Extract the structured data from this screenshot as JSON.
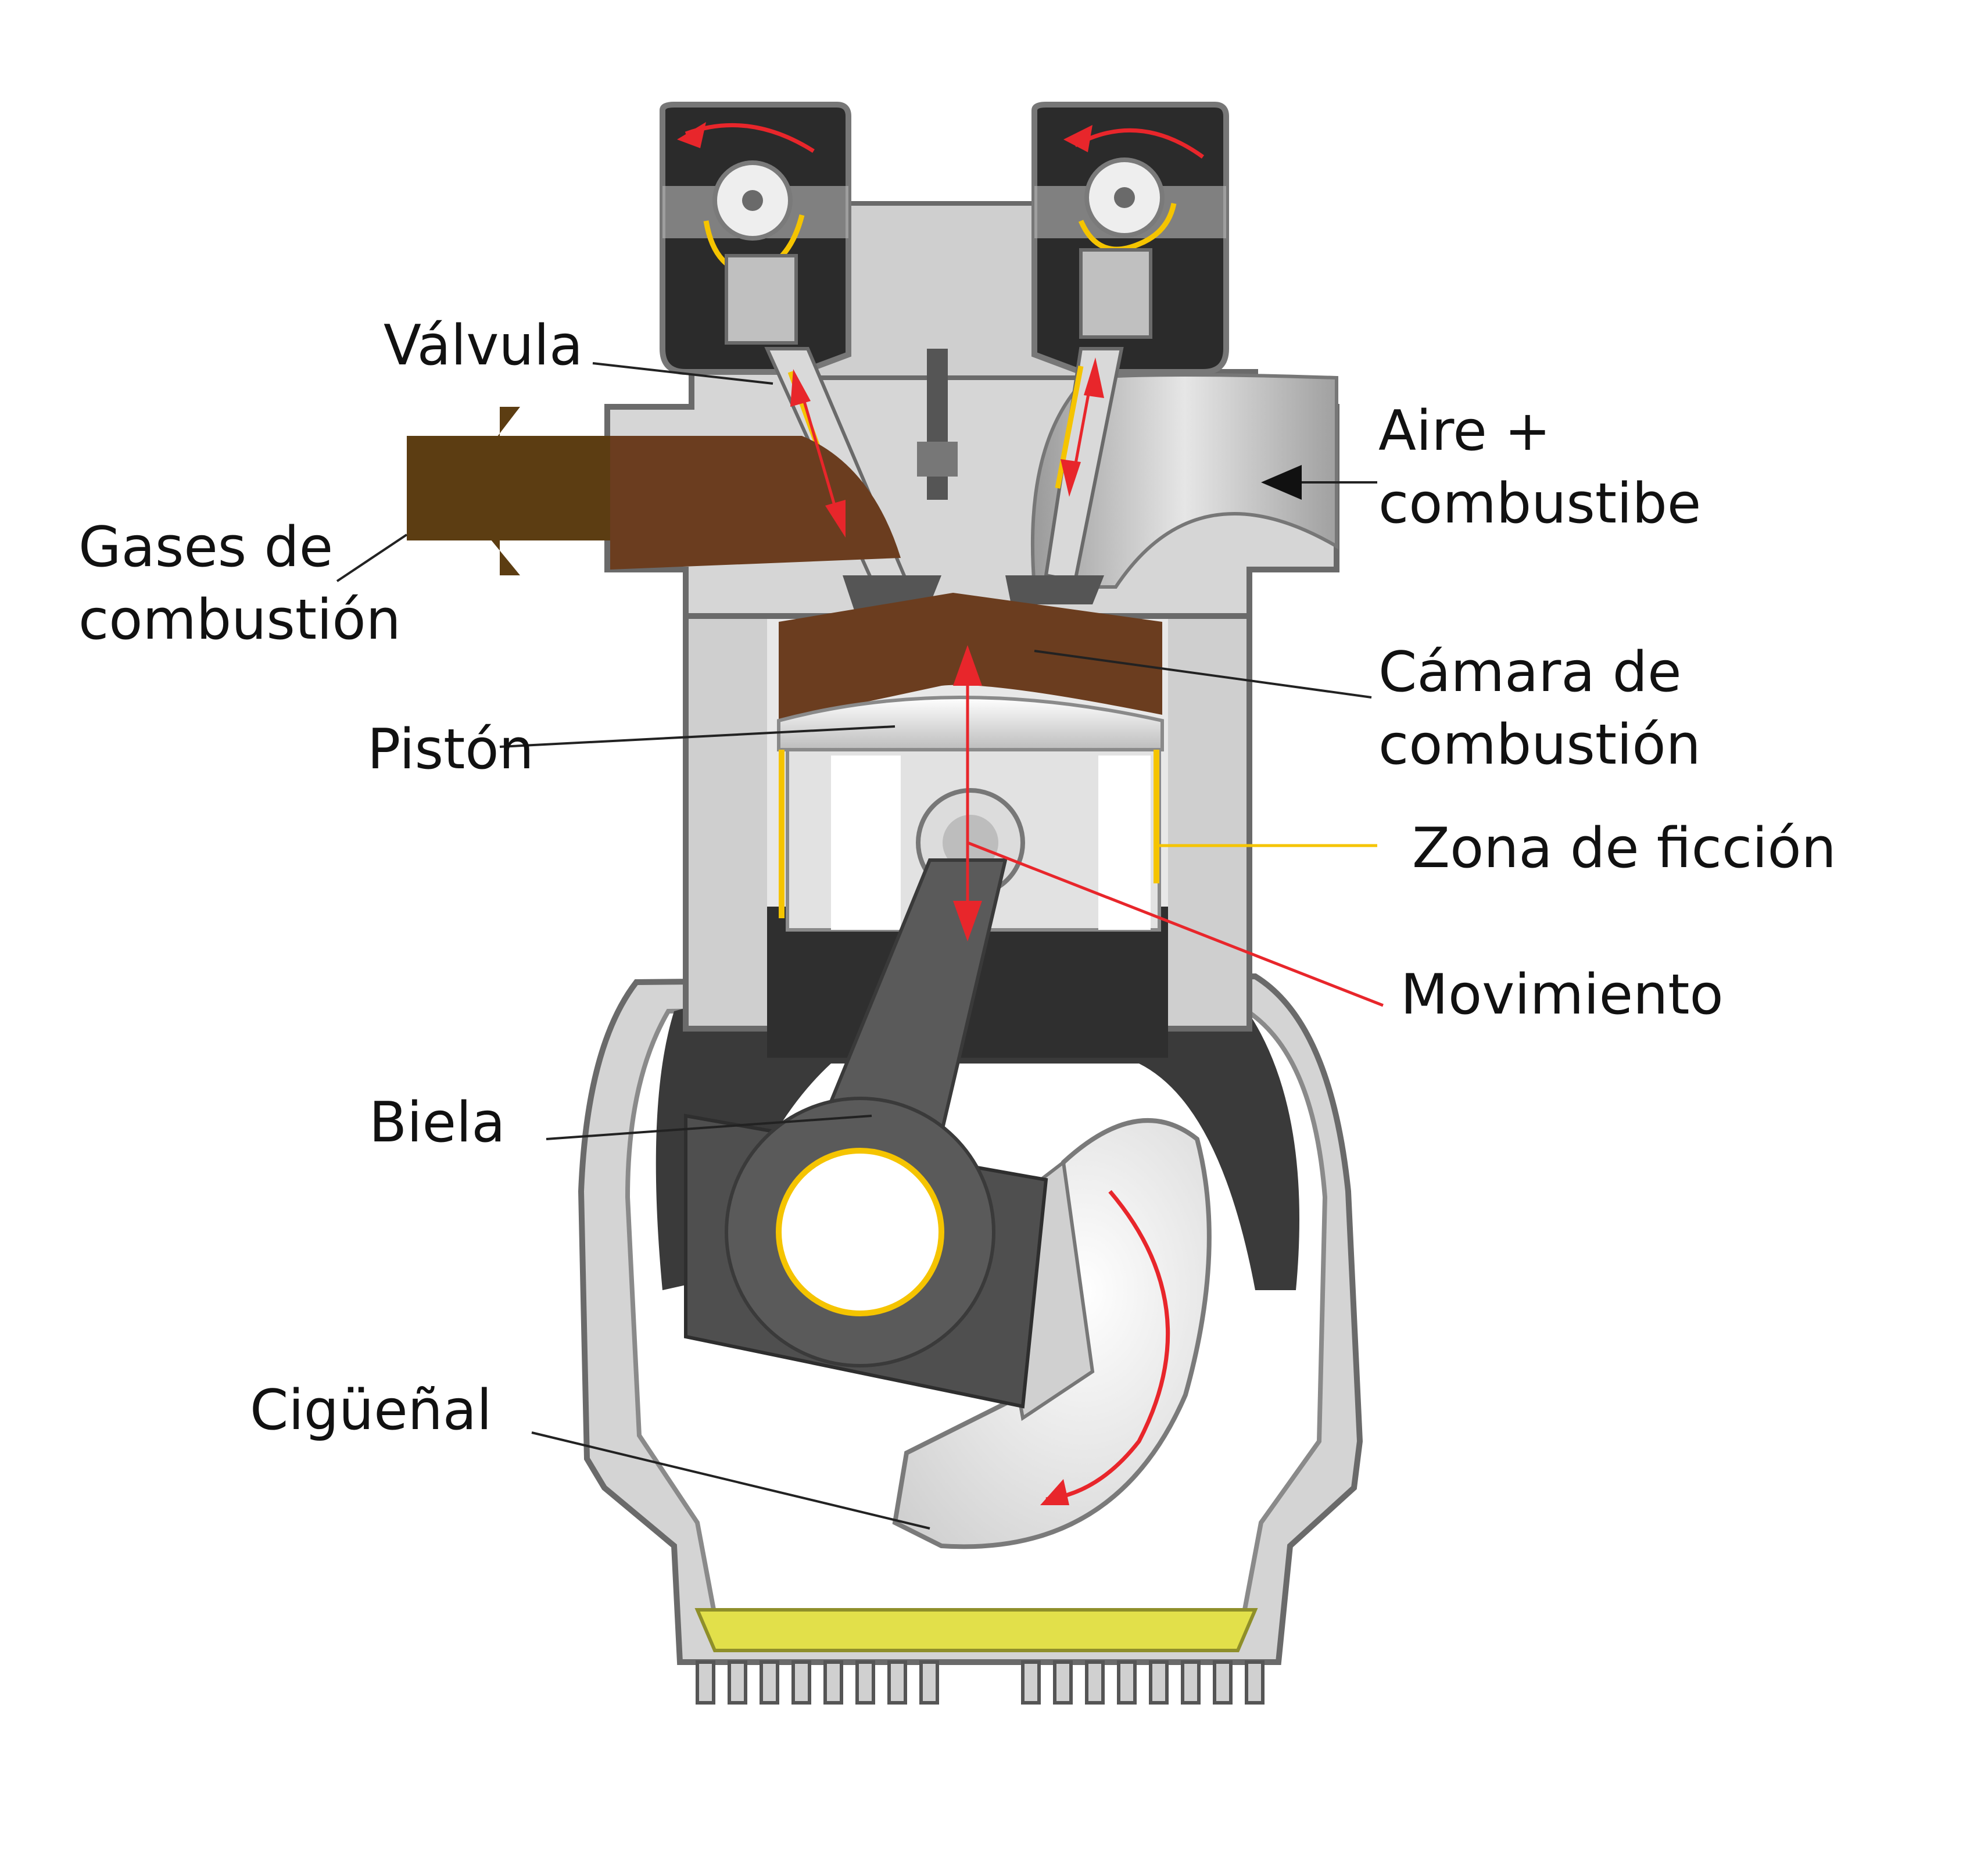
{
  "labels": {
    "valvula": "Válvula",
    "gases": [
      "Gases de",
      "combustión"
    ],
    "aire": [
      "Aire +",
      "combustibe"
    ],
    "camara": [
      "Cámara de",
      "combustión"
    ],
    "piston": "Pistón",
    "zona": "Zona de ficción",
    "movimiento": "Movimiento",
    "biela": "Biela",
    "ciguenal": "Cigüeñal"
  },
  "colors": {
    "label_text": "#111111",
    "leader_line": "#222222",
    "friction_zone": "#f5c400",
    "movement": "#e8262b",
    "combustion_gas": "#6b3d1f",
    "exhaust_arrow": "#5c3d12",
    "oil": "#e2e04a",
    "engine_body": "#c8c8c8",
    "engine_dark": "#3a3a3a"
  }
}
